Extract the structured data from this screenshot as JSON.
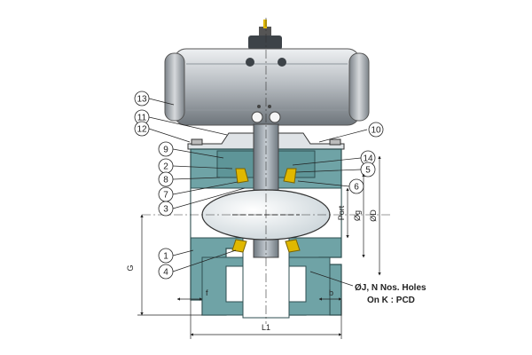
{
  "callouts": {
    "c1": "1",
    "c2": "2",
    "c3": "3",
    "c4": "4",
    "c5": "5",
    "c6": "6",
    "c7": "7",
    "c8": "8",
    "c9": "9",
    "c10": "10",
    "c11": "11",
    "c12": "12",
    "c13": "13",
    "c14": "14"
  },
  "dimensions": {
    "g": "G",
    "f": "f",
    "b": "b",
    "l1": "L1",
    "port": "Port",
    "og": "Øg",
    "od": "ØD"
  },
  "notes": {
    "holes": "ØJ, N Nos. Holes",
    "pcd": "On K : PCD"
  },
  "colors": {
    "body": "#6fa3a6",
    "body_dark": "#3f6f72",
    "actuator": "#c9cdd1",
    "seat": "#e0b800",
    "stem": "#9aa4ad",
    "ball": "#f2f2f2"
  }
}
